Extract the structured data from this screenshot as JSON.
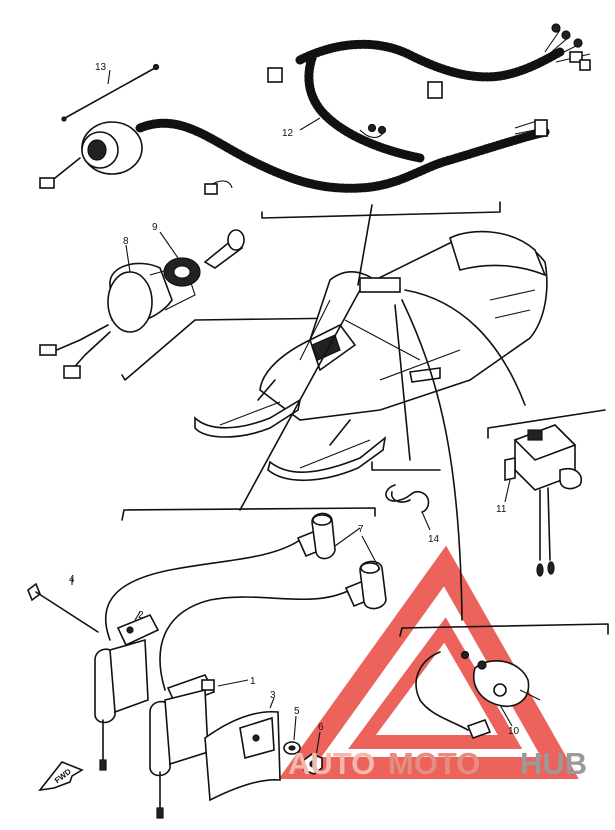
{
  "parts": [
    {
      "id": "1",
      "label": "1"
    },
    {
      "id": "2",
      "label": "2"
    },
    {
      "id": "3",
      "label": "3"
    },
    {
      "id": "4",
      "label": "4"
    },
    {
      "id": "5",
      "label": "5"
    },
    {
      "id": "6",
      "label": "6"
    },
    {
      "id": "7",
      "label": "7"
    },
    {
      "id": "8",
      "label": "8"
    },
    {
      "id": "9",
      "label": "9"
    },
    {
      "id": "10",
      "label": "10"
    },
    {
      "id": "11",
      "label": "11"
    },
    {
      "id": "12",
      "label": "12"
    },
    {
      "id": "13",
      "label": "13"
    },
    {
      "id": "14",
      "label": "14"
    }
  ],
  "front_arrow": {
    "label": "FWD"
  },
  "watermark": {
    "word_a": "AUTO",
    "word_b": "MOTO",
    "word_c": "HUB",
    "color_a": "#f2b8b0",
    "color_b": "#e58d80",
    "color_c": "#9a9a9a",
    "triangle_color": "#e8483f"
  }
}
